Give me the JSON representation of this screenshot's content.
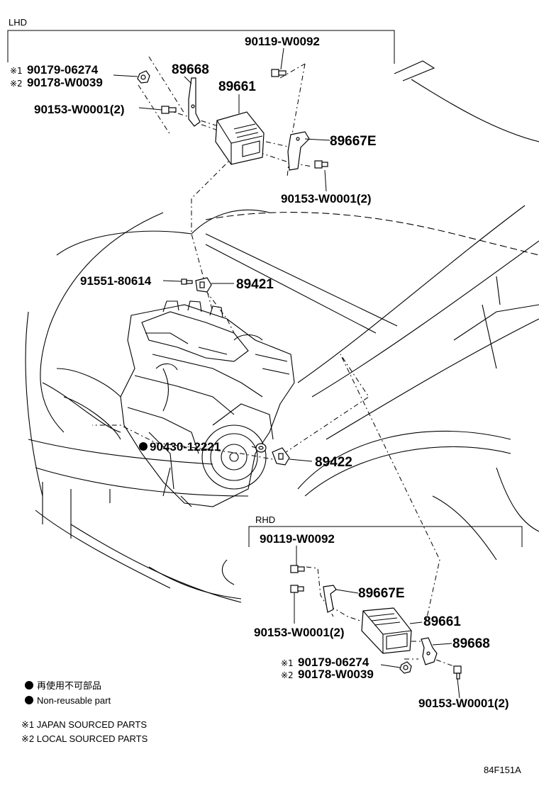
{
  "diagram_id": "84F151A",
  "lhd": {
    "label": "LHD",
    "parts": {
      "bolt_top": "90119-W0092",
      "nut_jp": "90179-06274",
      "nut_local": "90178-W0039",
      "bracket": "89668",
      "ecu": "89661",
      "bolt_left": "90153-W0001(2)",
      "bracket_e": "89667E",
      "bolt_right": "90153-W0001(2)"
    }
  },
  "engine": {
    "bolt": "91551-80614",
    "sensor_upper": "89421",
    "gasket": "90430-12221",
    "sensor_lower": "89422"
  },
  "rhd": {
    "label": "RHD",
    "parts": {
      "bolt_top": "90119-W0092",
      "bracket_e": "89667E",
      "bolt_left": "90153-W0001(2)",
      "ecu": "89661",
      "bracket": "89668",
      "nut_jp": "90179-06274",
      "nut_local": "90178-W0039",
      "bolt_right": "90153-W0001(2)"
    }
  },
  "markers": {
    "japan": "※1",
    "local": "※2"
  },
  "legend": {
    "nonreusable_jp": "再使用不可部品",
    "nonreusable_en": "Non-reusable part",
    "note1": "※1 JAPAN SOURCED PARTS",
    "note2": "※2 LOCAL SOURCED PARTS"
  }
}
